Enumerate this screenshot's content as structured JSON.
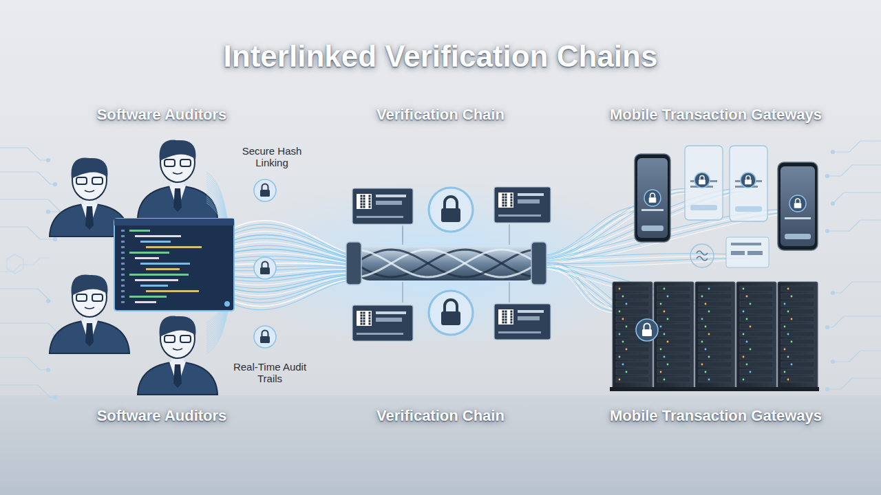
{
  "diagram": {
    "title": "Interlinked Verification Chains",
    "labels": [
      "Software Auditors",
      "Verification Chain",
      "Mobile Transaction Gateways",
      "Secure Hash Linking",
      "Real-Time Audit Trails",
      "Software Auditors",
      "Verification Chain",
      "Mobile Transaction Gateways"
    ]
  }
}
